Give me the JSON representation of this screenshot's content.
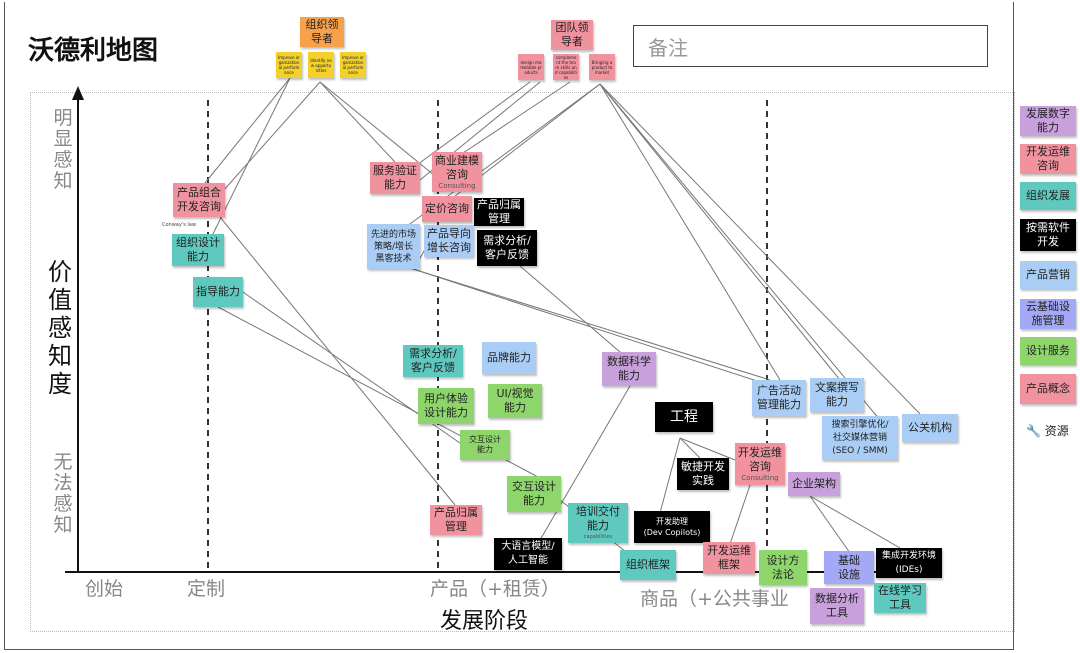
{
  "title": "沃德利地图",
  "notes_placeholder": "备注",
  "axes": {
    "y_top": "明显感知",
    "y_label": "价值感知度",
    "y_bottom": "无法感知",
    "x_stages": [
      "创始",
      "定制",
      "产品（+租赁）",
      "商品（+公共事业"
    ],
    "x_label": "发展阶段"
  },
  "leaders": {
    "org": "组织领导者",
    "org_sub": [
      "Improve organizational performance",
      "Identify new opportunities",
      "Improve organizational performance"
    ],
    "team": "团队领导者",
    "team_sub": [
      "design marketable products",
      "complement the team skills and capabilities",
      "Bringing a product to market"
    ]
  },
  "conway": "Conway's law",
  "consulting": "Consulting",
  "capabilities": "capabilities",
  "components": {
    "c1": "产品组合\n开发咨询",
    "c2": "组织设计\n能力",
    "c3": "指导能力",
    "c4": "服务验证\n能力",
    "c5": "商业建模\n咨询",
    "c6": "定价咨询",
    "c7": "产品归属\n管理",
    "c8": "先进的市场\n策略/增长\n黑客技术",
    "c9": "产品导向\n增长咨询",
    "c10": "需求分析/\n客户反馈",
    "c11": "需求分析/\n客户反馈",
    "c12": "品牌能力",
    "c13": "数据科学\n能力",
    "c14": "用户体验\n设计能力",
    "c15": "UI/视觉\n能力",
    "c16": "交互设计\n能力",
    "c17": "交互设计\n能力",
    "c18": "产品归属\n管理",
    "c19": "培训交付\n能力",
    "c20": "大语言模型/\n人工智能",
    "c21": "开发助理\n(Dev Copilots)",
    "c22": "组织框架",
    "c23": "工程",
    "c24": "敏捷开发\n实践",
    "c25": "开发运维\n咨询",
    "c26": "企业架构",
    "c27": "广告活动\n管理能力",
    "c28": "文案撰写\n能力",
    "c29": "搜索引擎优化/\n社交媒体营销\n(SEO / SMM)",
    "c30": "公关机构",
    "c31": "开发运维\n框架",
    "c32": "设计方\n法论",
    "c33": "基础\n设施",
    "c34": "集成开发环境\n(IDEs)",
    "c35": "数据分析\n工具",
    "c36": "在线学习\n工具"
  },
  "legend": [
    {
      "label": "发展数字\n能力",
      "color": "#c8a0dc"
    },
    {
      "label": "开发运维\n咨询",
      "color": "#f1929f"
    },
    {
      "label": "组织发展",
      "color": "#5fc8bf"
    },
    {
      "label": "按需软件\n开发",
      "color": "#000000"
    },
    {
      "label": "产品营销",
      "color": "#a9cdf4"
    },
    {
      "label": "云基础设\n施管理",
      "color": "#a3a9f6"
    },
    {
      "label": "设计服务",
      "color": "#8ed66b"
    },
    {
      "label": "产品概念",
      "color": "#f1929f"
    }
  ],
  "resources": "资源"
}
